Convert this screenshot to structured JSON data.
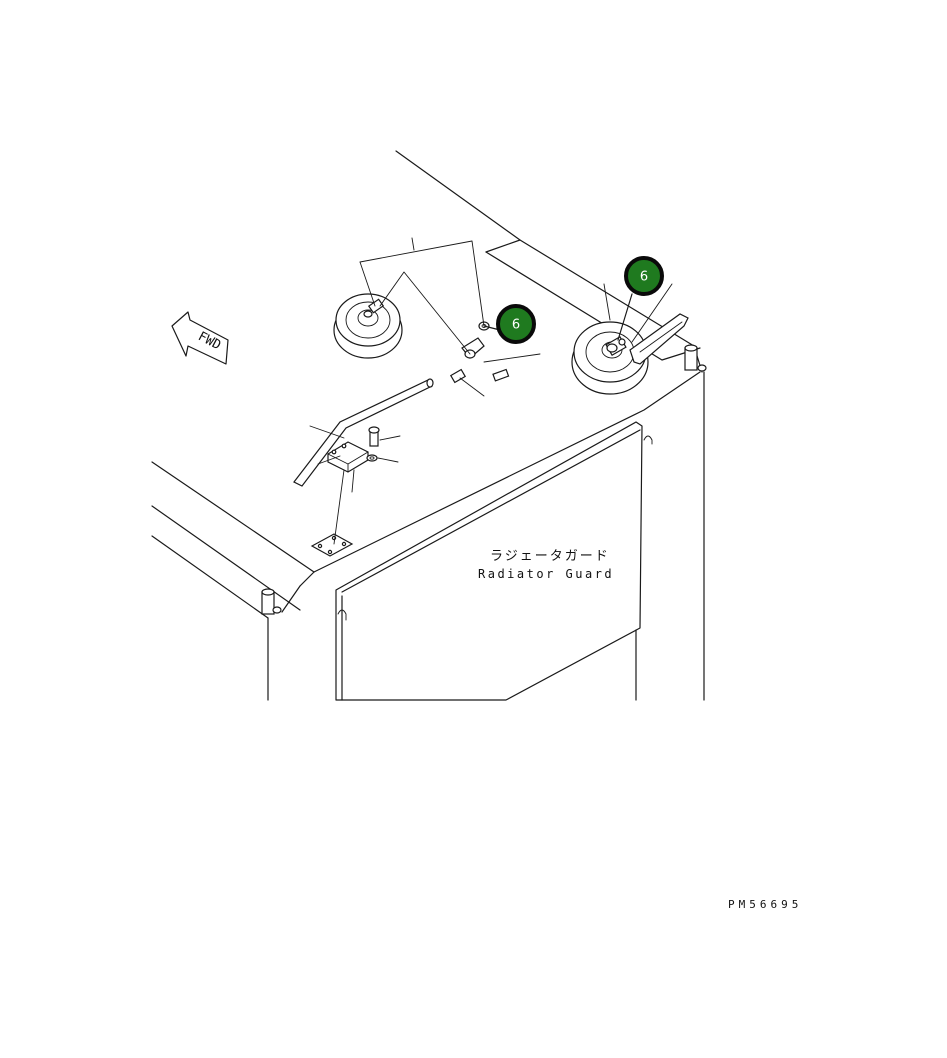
{
  "labels": {
    "guard_jp": "ラジェータガード",
    "guard_en": "Radiator Guard",
    "direction": "FWD",
    "drawing_code": "PM56695"
  },
  "callouts": [
    {
      "number": "6"
    },
    {
      "number": "6"
    }
  ],
  "colors": {
    "callout_fill": "#1f7a1f",
    "callout_border": "#0a0a0a",
    "line": "#1a1a1a"
  }
}
